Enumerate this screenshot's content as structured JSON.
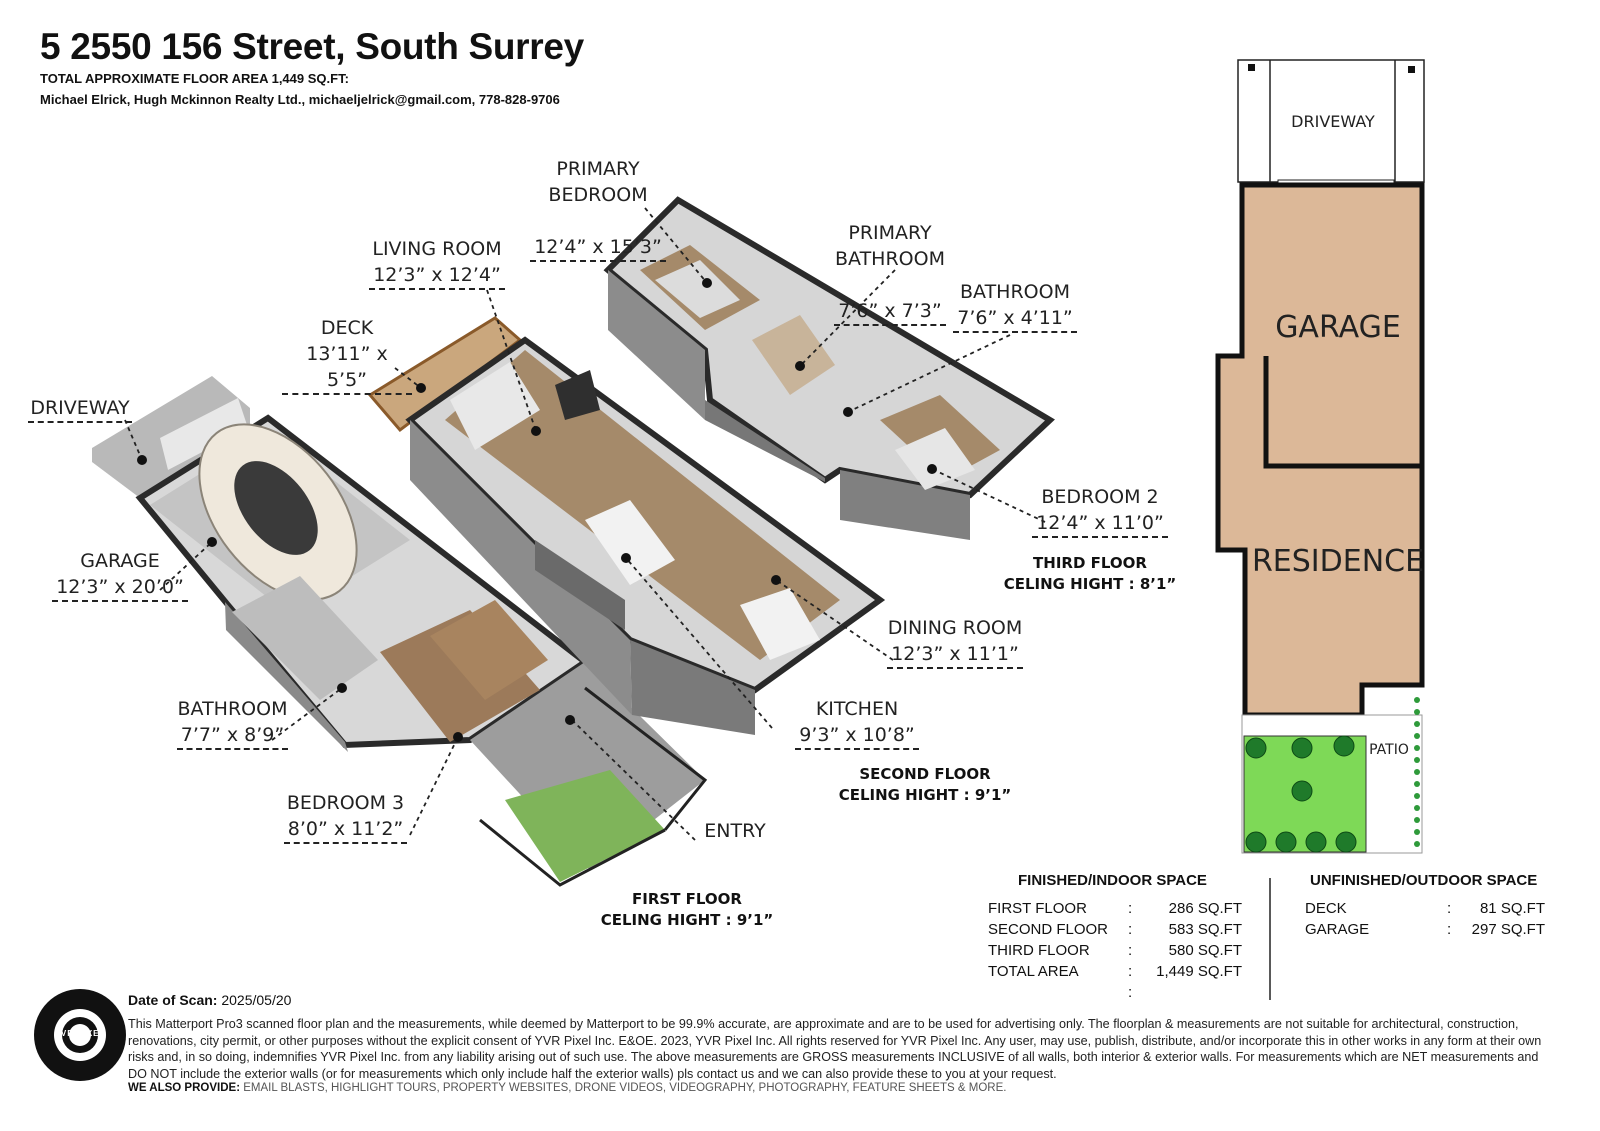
{
  "header": {
    "title": "5 2550 156 Street, South Surrey",
    "total_area": "TOTAL APPROXIMATE FLOOR AREA 1,449 SQ.FT:",
    "agent": "Michael Elrick, Hugh Mckinnon Realty Ltd., michaeljelrick@gmail.com, 778-828-9706"
  },
  "rooms": [
    {
      "id": "driveway",
      "name": "DRIVEWAY",
      "dim": ""
    },
    {
      "id": "garage",
      "name": "GARAGE",
      "dim": "12’3” x 20’0”"
    },
    {
      "id": "bathroom1",
      "name": "BATHROOM",
      "dim": "7’7” x 8’9”"
    },
    {
      "id": "bedroom3",
      "name": "BEDROOM 3",
      "dim": "8’0” x 11’2”"
    },
    {
      "id": "entry",
      "name": "ENTRY",
      "dim": ""
    },
    {
      "id": "deck",
      "name": "DECK",
      "dim": "13’11” x 5’5”"
    },
    {
      "id": "living",
      "name": "LIVING ROOM",
      "dim": "12’3” x 12’4”"
    },
    {
      "id": "dining",
      "name": "DINING ROOM",
      "dim": "12’3” x 11’1”"
    },
    {
      "id": "kitchen",
      "name": "KITCHEN",
      "dim": "9’3” x 10’8”"
    },
    {
      "id": "primary_bed",
      "name": "PRIMARY\nBEDROOM",
      "dim": "12’4” x 15’3”"
    },
    {
      "id": "primary_bath",
      "name": "PRIMARY\nBATHROOM",
      "dim": "7’6” x 7’3”"
    },
    {
      "id": "bathroom2",
      "name": "BATHROOM",
      "dim": "7’6” x 4’11”"
    },
    {
      "id": "bedroom2",
      "name": "BEDROOM 2",
      "dim": "12’4” x 11’0”"
    }
  ],
  "floors": [
    {
      "id": "first",
      "name": "FIRST FLOOR",
      "ceiling": "CELING HIGHT : 9’1”"
    },
    {
      "id": "second",
      "name": "SECOND FLOOR",
      "ceiling": "CELING HIGHT : 9’1”"
    },
    {
      "id": "third",
      "name": "THIRD FLOOR",
      "ceiling": "CELING HIGHT : 8’1”"
    }
  ],
  "site_plan": {
    "driveway": "DRIVEWAY",
    "garage": "GARAGE",
    "residence": "RESIDENCE",
    "patio": "PATIO",
    "colors": {
      "building": "#dcb898",
      "lawn": "#7ed957",
      "outline": "#111111"
    }
  },
  "finished": {
    "heading": "FINISHED/INDOOR SPACE",
    "rows": [
      {
        "label": "FIRST FLOOR",
        "sep": ":",
        "value": "286 SQ.FT"
      },
      {
        "label": "SECOND FLOOR",
        "sep": ":",
        "value": "583 SQ.FT"
      },
      {
        "label": "THIRD FLOOR",
        "sep": ":",
        "value": "580 SQ.FT"
      },
      {
        "label": "TOTAL AREA",
        "sep": ":",
        "value": "1,449 SQ.FT"
      }
    ],
    "trailing_sep": ":"
  },
  "unfinished": {
    "heading": "UNFINISHED/OUTDOOR SPACE",
    "rows": [
      {
        "label": "DECK",
        "sep": ":",
        "value": "81 SQ.FT"
      },
      {
        "label": "GARAGE",
        "sep": ":",
        "value": "297 SQ.FT"
      }
    ]
  },
  "footer": {
    "logo_text": "YVR PIXEL",
    "scan_label": "Date of Scan:",
    "scan_date": "2025/05/20",
    "disclaimer": "This Matterport Pro3 scanned floor plan and the measurements, while deemed by Matterport to be 99.9% accurate, are approximate and are to be used for advertising only. The floorplan & measurements are not suitable for architectural, construction, renovations, city permit, or other purposes without the explicit consent of YVR Pixel Inc. E&OE. 2023, YVR Pixel Inc. All rights reserved for YVR Pixel Inc. Any user, may use, publish, distribute, and/or incorporate this in other works in any form at their own risks and, in so doing, indemnifies YVR Pixel Inc. from any liability arising out of such use. The above measurements are GROSS measurements INCLUSIVE of all walls, both interior & exterior walls. For measurements which are NET measurements and DO NOT include the exterior walls (or for measurements which only include half the exterior walls) pls contact us and we can also provide these to you at your request.",
    "also_label": "WE ALSO PROVIDE:",
    "also_text": "EMAIL BLASTS, HIGHLIGHT TOURS, PROPERTY WEBSITES, DRONE VIDEOS, VIDEOGRAPHY, PHOTOGRAPHY, FEATURE SHEETS & MORE."
  }
}
